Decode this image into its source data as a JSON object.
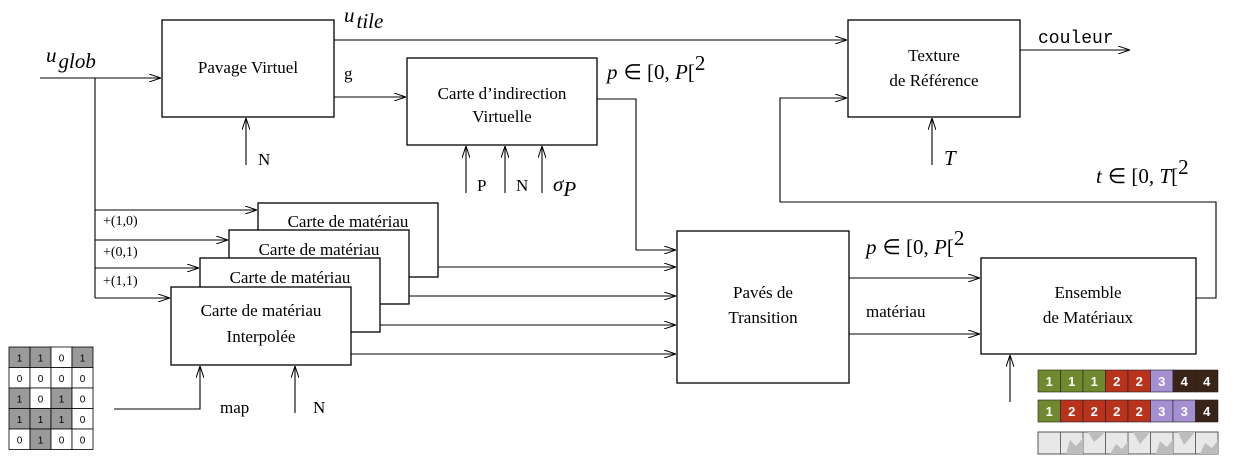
{
  "inputs": {
    "u_glob": "u",
    "u_glob_sub": "glob",
    "u_tile": "u",
    "u_tile_sub": "tile"
  },
  "boxes": {
    "pavage": "Pavage Virtuel",
    "carte_indirection_1": "Carte d’indirection",
    "carte_indirection_2": "Virtuelle",
    "texture_1": "Texture",
    "texture_2": "de Référence",
    "carte_mat": "Carte de matériau",
    "carte_mat_interp_1": "Carte de matériau",
    "carte_mat_interp_2": "Interpolée",
    "paves_1": "Pavés de",
    "paves_2": "Transition",
    "ensemble_1": "Ensemble",
    "ensemble_2": "de Matériaux"
  },
  "edge_labels": {
    "g": "g",
    "N1": "N",
    "P": "P",
    "N2": "N",
    "sigma": "σ",
    "sigma_sub": "P",
    "T": "T",
    "couleur": "couleur",
    "materiau": "matériau",
    "map": "map",
    "N3": "N",
    "offset_10": "+(1,0)",
    "offset_01": "+(0,1)",
    "offset_11": "+(1,1)"
  },
  "math": {
    "p1": "p",
    "p1_range": "∈ [0, ",
    "p1_var": "P",
    "p1_end": "[",
    "p1_exp": "2",
    "p2": "p",
    "p2_range": "∈ [0, ",
    "p2_var": "P",
    "p2_end": "[",
    "p2_exp": "2",
    "t": "t",
    "t_range": "∈ [0, ",
    "t_var": "T",
    "t_end": "[",
    "t_exp": "2"
  },
  "map_grid": [
    [
      "1",
      "1",
      "0",
      "1"
    ],
    [
      "0",
      "0",
      "0",
      "0"
    ],
    [
      "1",
      "0",
      "1",
      "0"
    ],
    [
      "1",
      "1",
      "1",
      "0"
    ],
    [
      "0",
      "1",
      "0",
      "0"
    ]
  ],
  "material_strips": [
    [
      "1",
      "1",
      "1",
      "2",
      "2",
      "3",
      "4",
      "4"
    ],
    [
      "1",
      "2",
      "2",
      "2",
      "2",
      "3",
      "3",
      "4"
    ]
  ],
  "colors": {
    "grass": "#6f8a2e",
    "red": "#b8321c",
    "purple": "#a48fd0",
    "dark": "#3a2418",
    "cell_on": "#9a9a9a",
    "cell_off": "#ffffff"
  }
}
